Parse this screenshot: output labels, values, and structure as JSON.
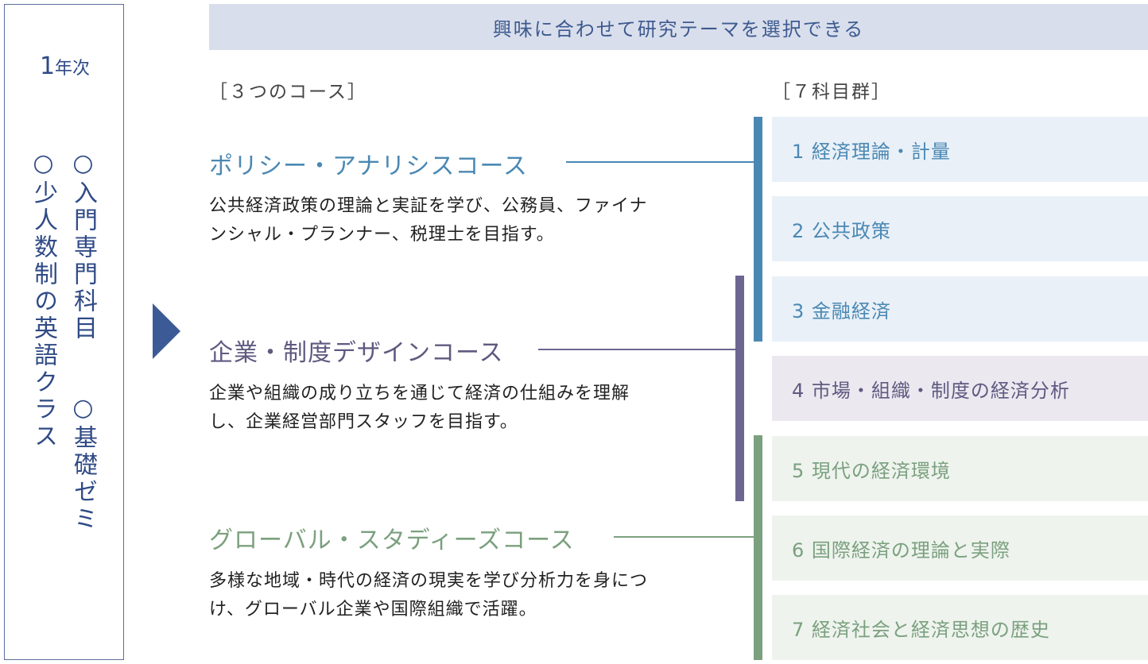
{
  "year_box": {
    "year_number": "1",
    "year_unit": "年次",
    "items": [
      "○入門専門科目",
      "○基礎ゼミ",
      "○少人数制の英語クラス"
    ]
  },
  "header": {
    "text": "興味に合わせて研究テーマを選択できる"
  },
  "courses_heading": "［３つのコース］",
  "subjects_heading": "［７科目群］",
  "courses": [
    {
      "name": "ポリシー・アナリシスコース",
      "desc_line1": "公共経済政策の理論と実証を学び、公務員、ファイナ",
      "desc_line2": "ンシャル・プランナー、税理士を目指す。",
      "color": "#4a88b3"
    },
    {
      "name": "企業・制度デザインコース",
      "desc_line1": "企業や組織の成り立ちを通じて経済の仕組みを理解",
      "desc_line2": "し、企業経営部門スタッフを目指す。",
      "color": "#5f5a80"
    },
    {
      "name": "グローバル・スタディーズコース",
      "desc_line1": "多様な地域・時代の経済の現実を学び分析力を身につ",
      "desc_line2": "け、グローバル企業や国際組織で活躍。",
      "color": "#7ba07e"
    }
  ],
  "subjects": [
    "1 経済理論・計量",
    "2 公共政策",
    "3 金融経済",
    "4 市場・組織・制度の経済分析",
    "5 現代の経済環境",
    "6 国際経済の理論と実際",
    "7 経済社会と経済思想の歴史"
  ],
  "colors": {
    "blue": "#4a88b3",
    "purple": "#6d6690",
    "green": "#7ba07e",
    "arrow": "#3c5b96",
    "header_bg": "#d9deec"
  }
}
